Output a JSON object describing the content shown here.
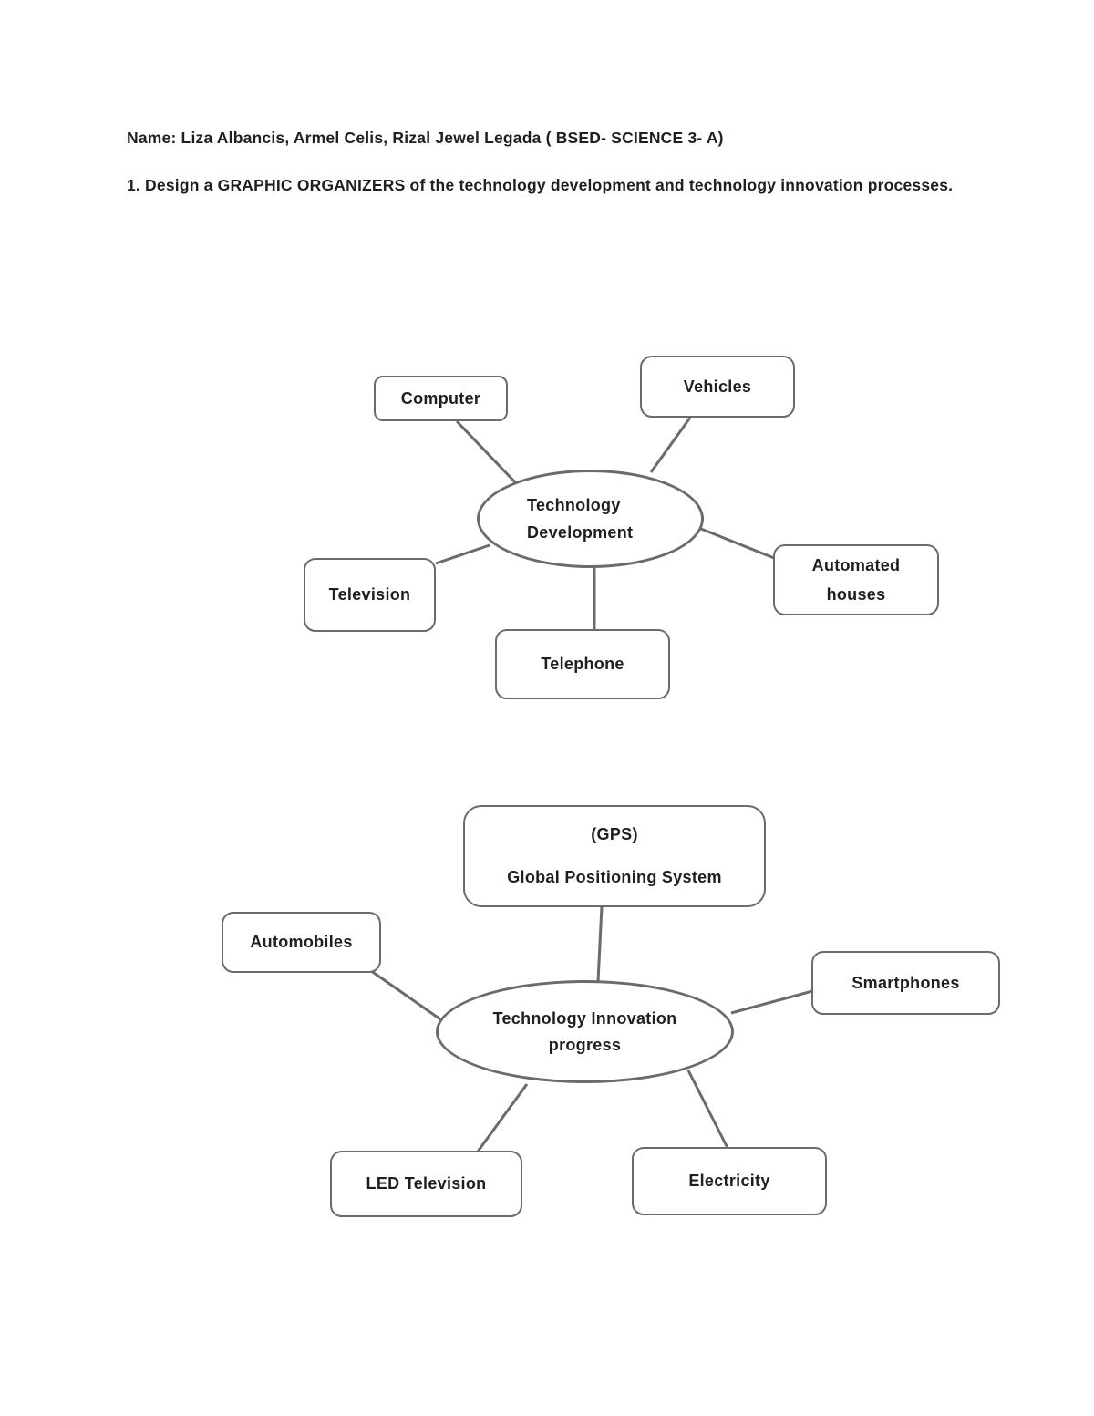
{
  "colors": {
    "line": "#6b6b6b",
    "text": "#1f1f1f",
    "page_bg": "#ffffff"
  },
  "header": {
    "line1": "Name: Liza Albancis, Armel Celis, Rizal Jewel Legada ( BSED- SCIENCE 3- A)",
    "line2": "1. Design a GRAPHIC ORGANIZERS of the technology development and technology innovation processes."
  },
  "diagram1": {
    "center": {
      "line1": "Technology",
      "line2": "Development"
    },
    "nodes": {
      "computer": {
        "label": "Computer"
      },
      "vehicles": {
        "label": "Vehicles"
      },
      "television": {
        "label": "Television"
      },
      "automated_houses": {
        "line1": "Automated",
        "line2": "houses"
      },
      "telephone": {
        "label": "Telephone"
      }
    }
  },
  "diagram2": {
    "center": {
      "line1": "Technology Innovation",
      "line2": "progress"
    },
    "nodes": {
      "gps": {
        "line1": "(GPS)",
        "line2": "Global Positioning System"
      },
      "automobiles": {
        "label": "Automobiles"
      },
      "smartphones": {
        "label": "Smartphones"
      },
      "led_television": {
        "label": "LED Television"
      },
      "electricity": {
        "label": "Electricity"
      }
    }
  }
}
